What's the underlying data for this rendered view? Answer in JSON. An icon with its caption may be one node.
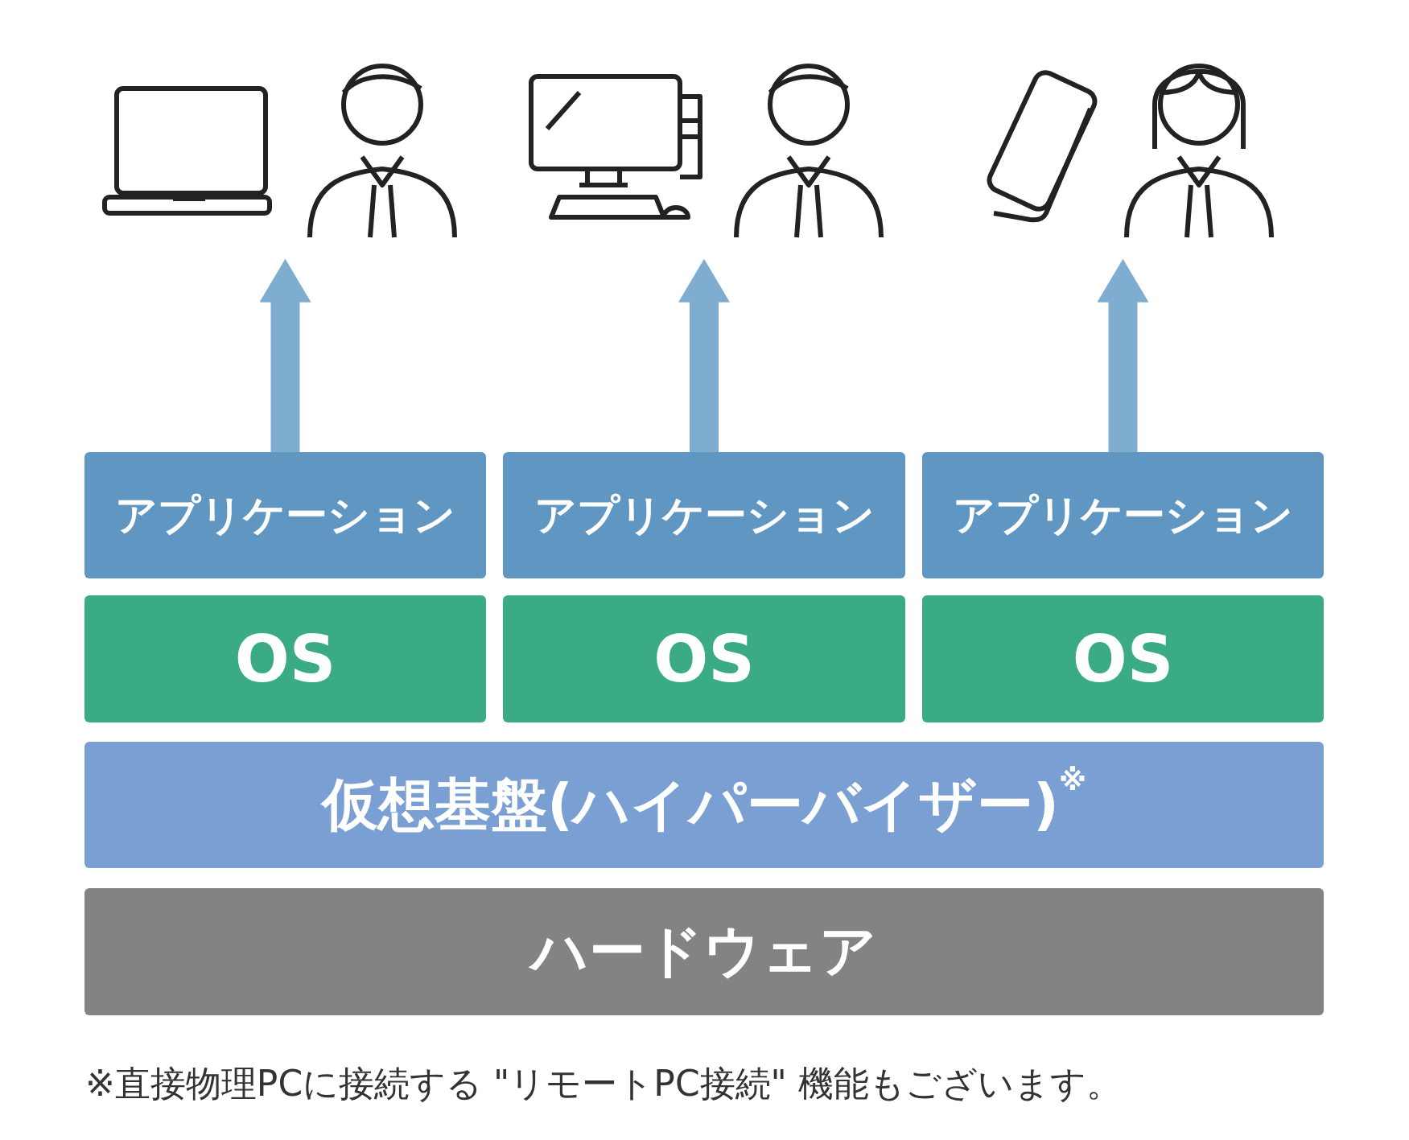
{
  "diagram": {
    "nodes": [
      {
        "text": [],
        "shape": "person"
      },
      {
        "text": [],
        "shape": "person"
      },
      {
        "text": [],
        "shape": "person"
      },
      {
        "text": [
          "アプリケーション"
        ]
      },
      {
        "text": [
          "アプリケーション"
        ]
      },
      {
        "text": [
          "アプリケーション"
        ]
      },
      {
        "text": [
          "OS"
        ]
      },
      {
        "text": [
          "OS"
        ]
      },
      {
        "text": [
          "OS"
        ]
      },
      {
        "text": [
          "仮想基盤(ハイパーバイザー)$^{※}$"
        ]
      },
      {
        "text": [
          "ハードウェア"
        ]
      }
    ],
    "edges": [
      {
        "from": 3,
        "to": 0,
        "arrow": "to"
      },
      {
        "from": 4,
        "to": 1,
        "arrow": "to"
      },
      {
        "from": 5,
        "to": 2,
        "arrow": "to"
      }
    ],
    "labels": [
      "※直接物理PCに接続する \"リモートPC接続\" 機能もございます。"
    ]
  }
}
